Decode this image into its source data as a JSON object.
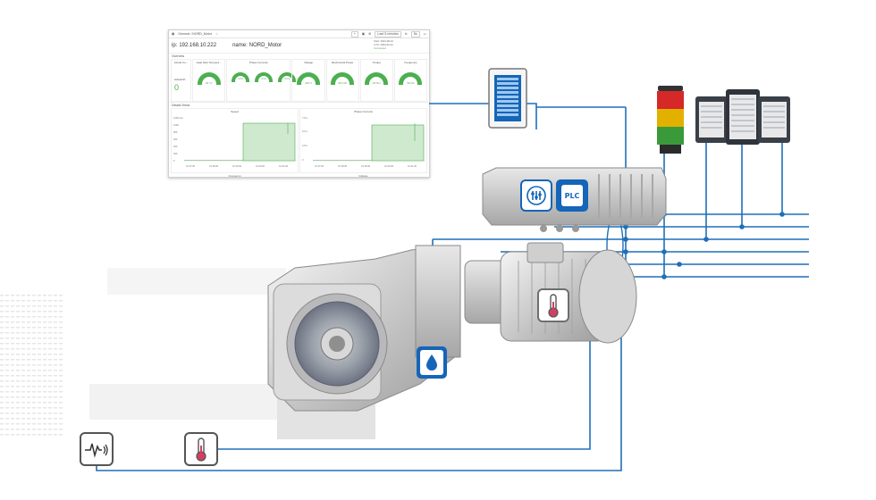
{
  "dashboard": {
    "breadcrumb": "General / NORD_Motor",
    "toolbar": {
      "add": "+",
      "time_range": "Last 5 minutes",
      "refresh": "5s"
    },
    "ip_label": "ip:",
    "ip_value": "192.168.10.222",
    "name_label": "name:",
    "name_value": "NORD_Motor",
    "info_lines": [
      "Start: 2024-06-12",
      "UTC: 2024-06-12",
      "Connected"
    ],
    "overview_title": "Overview",
    "panels": [
      {
        "title": "Actual Co...",
        "value": "0",
        "sub": "Actual M..."
      },
      {
        "title": "Heat Sink Tempera...",
        "value": "23 °C"
      },
      {
        "title": "Phase Currents",
        "values": [
          "3.3 A",
          "3.3 A",
          "3.2 A"
        ]
      },
      {
        "title": "Voltage",
        "value": "223 V"
      },
      {
        "title": "Mechanical Power",
        "value": "60 mW"
      },
      {
        "title": "Torque",
        "value": "15 Nm"
      },
      {
        "title": "Frequency",
        "value": "50 Hz"
      }
    ],
    "details_title": "Details Views",
    "charts": [
      {
        "title": "Speed",
        "y_ticks": [
          "1200 rpm",
          "1000",
          "800",
          "600",
          "400",
          "200",
          "0"
        ],
        "x_ticks": [
          "10:17:00",
          "10:18:00",
          "10:19:00",
          "10:20:00",
          "10:21:00"
        ]
      },
      {
        "title": "Phase Currents",
        "y_ticks": [
          "7.5 A",
          "5.0 A",
          "2.5 A",
          "0"
        ],
        "x_ticks": [
          "10:17:00",
          "10:18:00",
          "10:19:00",
          "10:20:00",
          "10:21:00"
        ]
      }
    ],
    "bottom_labels": [
      "Frequency",
      "Voltage"
    ]
  },
  "icons": {
    "hmi": "hmi-panel-icon",
    "stack_light": "stack-light-icon",
    "server_rack": "server-rack-icon",
    "drive_unit": "drive-unit-icon",
    "settings_tile": "settings-sliders-icon",
    "plc_tile": "PLC",
    "motor_temp": "thermometer-icon",
    "oil_level": "oil-drop-icon",
    "vibration": "vibration-sensor-icon",
    "gear_temp": "thermometer-icon"
  },
  "colors": {
    "line": "#1f6fb8",
    "accent": "#1565b8",
    "gauge": "#4caf50",
    "tower_red": "#d62828",
    "tower_yellow": "#e2b100",
    "tower_green": "#3a9a3a"
  }
}
